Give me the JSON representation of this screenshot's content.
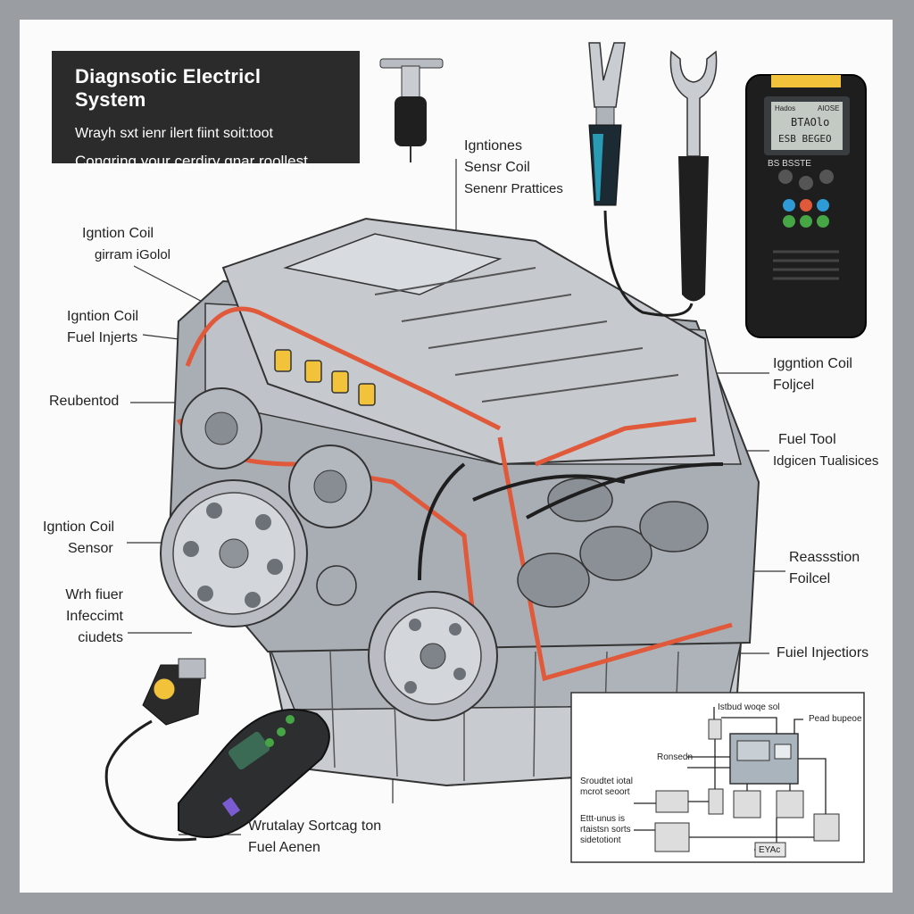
{
  "title_box": {
    "title": "Diagnsotic Electricl System",
    "line1": "Wrayh sxt ienr ilert fiint soit:toot",
    "line2": "Congring your cerdiry gnar roollest."
  },
  "labels": {
    "top_center": [
      "Igntiones",
      "Sensr Coil",
      "Senenr Prattices"
    ],
    "left_1": [
      "Igntion Coil",
      "girram iGolol"
    ],
    "left_2": [
      "Igntion Coil",
      "Fuel Injerts"
    ],
    "left_3": [
      "Reubentod"
    ],
    "left_4": [
      "Igntion Coil",
      "Sensor"
    ],
    "left_5": [
      "Wrh fiuer",
      "Infeccimt",
      "ciudets"
    ],
    "right_1": [
      "Iggntion Coil",
      "Foljcel"
    ],
    "right_2": [
      "Fuel Tool",
      "Idgicen Tualisices"
    ],
    "right_3": [
      "Reassstion",
      "Foilcel"
    ],
    "right_4": [
      "Fuiel Injectiors"
    ],
    "bottom_center": [
      "Wrutalay Sortcag ton",
      "Fuel Aenen"
    ]
  },
  "scanner": {
    "screen_top": "Hados",
    "screen_top_right": "AIOSE",
    "screen_line1": "BTAOlo",
    "screen_line2": "ESB  BEGEO",
    "screen_line3": "BS  BSSTE"
  },
  "schematic": {
    "top_left": "Istbud woqe sol",
    "top_right": "Pead bupeoe",
    "mid_left": "Ronsedn",
    "left_2": [
      "Sroudtet iotal",
      "mcrot seoort"
    ],
    "left_3": [
      "Ettt-unus is",
      "rtaistsn sorts",
      "sidetotiont"
    ],
    "box_label": "EYAc"
  },
  "colors": {
    "engine_gray": "#b8bcc2",
    "wire_red": "#e0593a",
    "coil_yellow": "#f2c23a",
    "panel_dark": "#2b2b2b"
  }
}
